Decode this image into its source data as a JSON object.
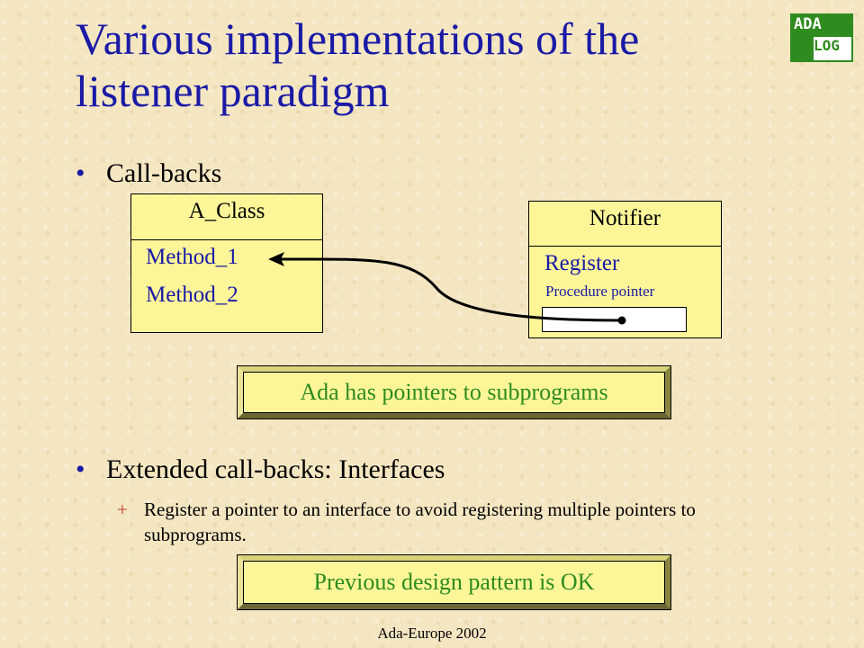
{
  "slide": {
    "title_line1": "Various implementations of the",
    "title_line2": "listener paradigm",
    "bullet1": "Call-backs",
    "bullet2": "Extended call-backs: Interfaces",
    "sub_bullet": "Register a pointer to an interface to avoid registering multiple pointers to subprograms.",
    "sub_marker": "+",
    "footer": "Ada-Europe 2002"
  },
  "logo": {
    "top_text": "ADA",
    "bottom_text": "LOG"
  },
  "diagram": {
    "class_box": {
      "title": "A_Class",
      "methods": [
        "Method_1",
        "Method_2"
      ]
    },
    "notifier_box": {
      "title": "Notifier",
      "operation": "Register",
      "field_label": "Procedure pointer"
    }
  },
  "banners": {
    "top": "Ada has pointers to subprograms",
    "bottom": "Previous design pattern is OK"
  },
  "colors": {
    "title": "#1a1aa6",
    "banner_text": "#2e8b1e",
    "box_fill": "#fdf699",
    "logo": "#2e8b1e"
  }
}
